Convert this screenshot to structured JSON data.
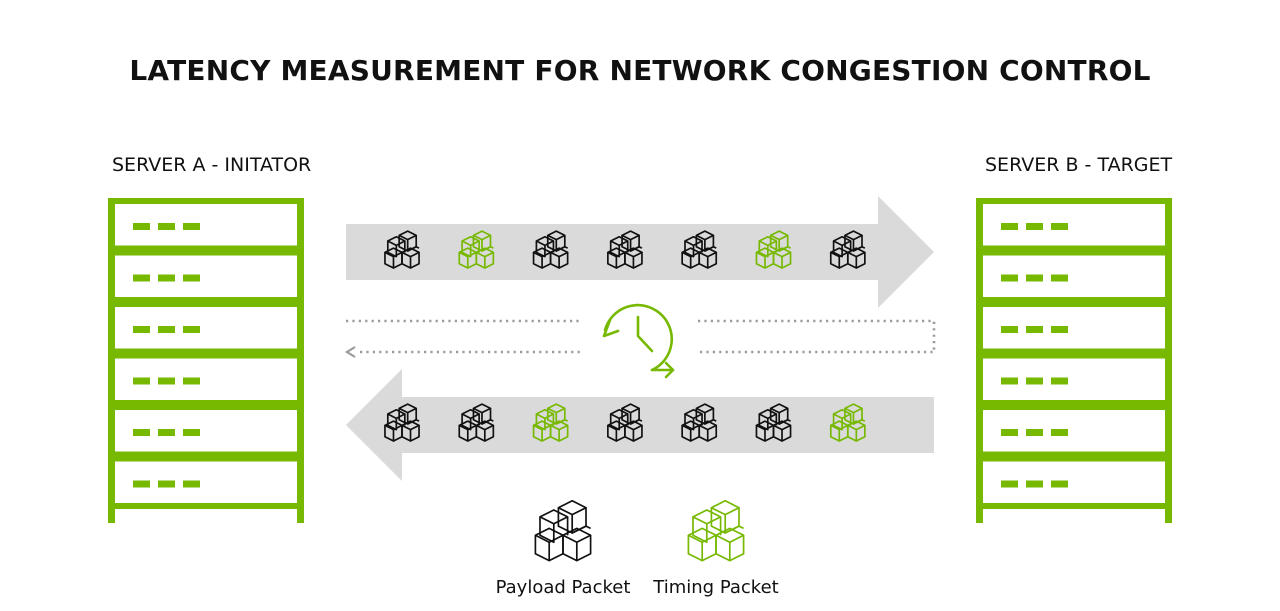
{
  "title": "LATENCY MEASUREMENT FOR NETWORK CONGESTION CONTROL",
  "servers": {
    "a": {
      "label": "SERVER A - INITATOR",
      "slots": 6
    },
    "b": {
      "label": "SERVER B - TARGET",
      "slots": 6
    }
  },
  "flows": {
    "forward": [
      "payload",
      "timing",
      "payload",
      "payload",
      "payload",
      "timing",
      "payload"
    ],
    "reverse": [
      "payload",
      "payload",
      "timing",
      "payload",
      "payload",
      "payload",
      "timing"
    ]
  },
  "legend": {
    "payload": "Payload Packet",
    "timing": "Timing Packet"
  },
  "colors": {
    "accent": "#76b900",
    "arrow": "#dadada",
    "payload": "#111111",
    "dotted": "#9b9b9b"
  },
  "icons": {
    "center": "clock-cycle-icon"
  }
}
